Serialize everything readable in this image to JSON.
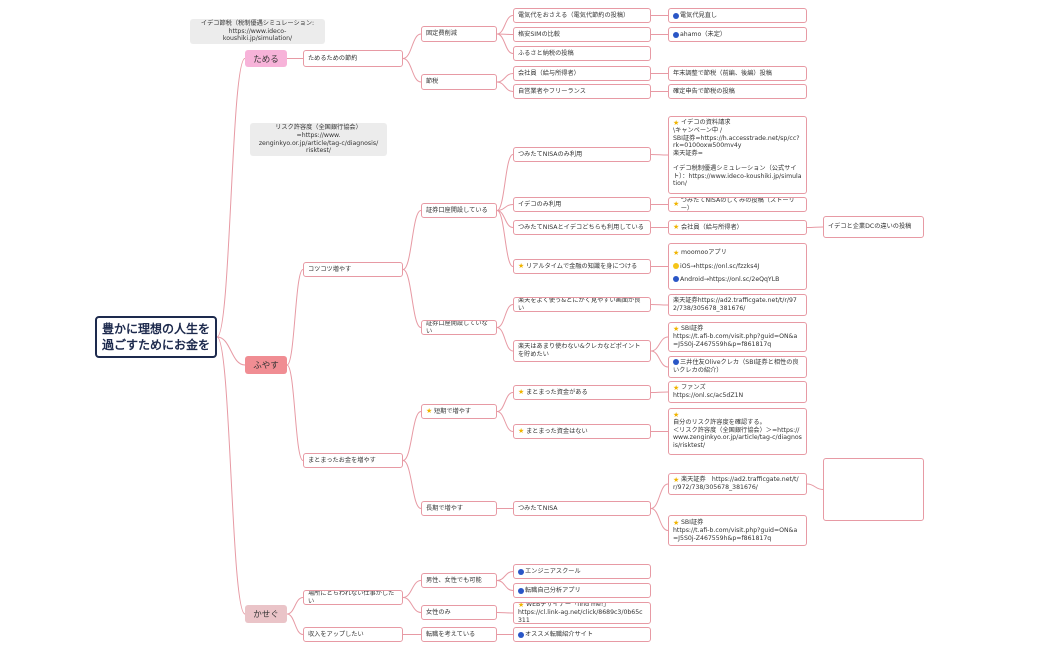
{
  "root": {
    "label": "豊かに理想の人生を\n過ごすためにお金を"
  },
  "categories": {
    "tameru": "ためる",
    "fuyasu": "ふやす",
    "kasegu": "かせぐ"
  },
  "notes": {
    "ideco": "イデコ節税（税制優遇シミュレーション:\nhttps://www.ideco-koushiki.jp/simulation/",
    "risk": "リスク許容度（全国銀行協会）=https://www.\nzenginkyo.or.jp/article/tag-c/diagnosis/\nrisktest/"
  },
  "nodes": {
    "tameru_setsuyaku": "ためるための節約",
    "kotei": "固定費削減",
    "setsuzei": "節税",
    "denki": "電気代をおさえる（電気代節約の投稿）",
    "denki_note": "電気代見直し",
    "sim": "格安SIMの比較",
    "sim_note": "ahamo（未定）",
    "furusato": "ふるさと納税の投稿",
    "kaishain": "会社員（給与所得者）",
    "kaishain_note": "年末調整で節税（前編、後編）投稿",
    "jiei": "自営業者やフリーランス",
    "jiei_note": "確定申告で節税の投稿",
    "kotsukotsu": "コツコツ増やす",
    "matomatta_fuyasu": "まとまったお金を増やす",
    "kouza_ari": "証券口座開設している",
    "kouza_nashi": "証券口座開設していない",
    "tsumitate_only": "つみたてNISAのみ利用",
    "tsumitate_only_note": "イデコの資料請求\n\\キャンペーン中 /\nSBI証券=https://h.accesstrade.net/sp/cc?rk=0100oxw500mv4y\n楽天証券=\n\nイデコ税制優遇シミュレーション（公式サイト）：https://www.ideco-koushiki.jp/simulation/",
    "ideco_only": "イデコのみ利用",
    "ideco_only_note": "つみたてNISAのしくみの投稿（ストーリー）",
    "both": "つみたてNISAとイデコどちらも利用している",
    "both_note": "会社員（給与所得者）",
    "both_note2": "イデコと企業DCの違いの投稿",
    "realtime": "リアルタイムで金融の知識を身につける",
    "realtime_moomoo": "moomooアプリ",
    "realtime_ios": "iOS→https://onl.sc/fzzks4J",
    "realtime_android": "Android→https://onl.sc/2eQqYLB",
    "rakuten_use": "楽天をよく使う&とにかく見やすい画面が良い",
    "rakuten_use_note": "楽天証券https://ad2.trafficgate.net/t/r/972/738/305678_381676/",
    "rakuten_less": "楽天はあまり使わない&クレカなどポイントを貯めたい",
    "rakuten_less_note1": "SBI証券\nhttps://t.afi-b.com/visit.php?guid=ON&a=J5S0j-Z467559h&p=f861817q",
    "rakuten_less_note2": "三井住友Oliveクレカ（SBI証券と相性の良いクレカの紹介）",
    "tanki": "短期で増やす",
    "tanki_ari": "まとまった資金がある",
    "tanki_ari_note": "ファンズ\nhttps://onl.sc/ac5dZ1N",
    "tanki_nashi": "まとまった資金はない",
    "tanki_nashi_note": "自分のリスク許容度を確認する。\n＜リスク許容度（全国銀行協会）＞=https://www.zenginkyo.or.jp/article/tag-c/diagnosis/risktest/",
    "chouki": "長期で増やす",
    "tsumitate_nisa": "つみたてNISA",
    "chouki_rakuten": "楽天証券　https://ad2.trafficgate.net/t/r/972/738/305678_381676/",
    "chouki_sbi": "SBI証券\nhttps://t.afi-b.com/visit.php?guid=ON&a=J5S0j-Z467559h&p=f861817q",
    "chouki_empty": "",
    "basho": "場所にとらわれない仕事がしたい",
    "shunyu": "収入をアップしたい",
    "danjo": "男性、女性でも可能",
    "josei": "女性のみ",
    "tenshoku": "転職を考えている",
    "engineer": "エンジニアスクール",
    "jiko_bunseki": "転職自己分析アプリ",
    "web_designer": "WEBデザイナー「find me!」\nhttps://cl.link-ag.net/click/8689c3/0b65c311",
    "osusume": "オススメ転職紹介サイト"
  },
  "colors": {
    "tameru": "#f7b3d9",
    "fuyasu": "#f08d93",
    "kasegu": "#eac4c8",
    "line": "#e79aa4",
    "root_border": "#1d2a4d"
  }
}
